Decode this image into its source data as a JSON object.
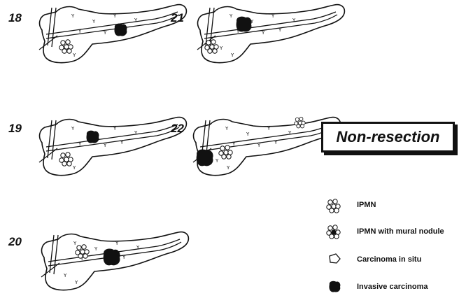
{
  "case_labels": [
    "18",
    "19",
    "20",
    "21",
    "22"
  ],
  "title": "Non-resection",
  "legend": [
    {
      "icon": "ipmn-icon",
      "label": "IPMN"
    },
    {
      "icon": "ipmn-mural-nodule-icon",
      "label": "IPMN with mural nodule"
    },
    {
      "icon": "carcinoma-in-situ-icon",
      "label": "Carcinoma in situ"
    },
    {
      "icon": "invasive-carcinoma-icon",
      "label": "Invasive carcinoma"
    }
  ]
}
